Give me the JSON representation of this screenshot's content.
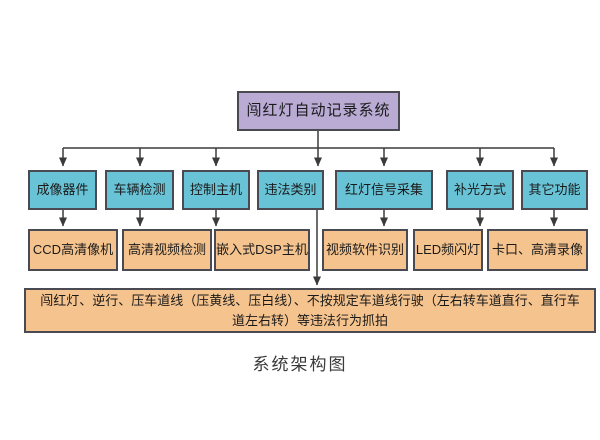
{
  "diagram": {
    "root_label": "闯红灯自动记录系统",
    "categories": [
      "成像器件",
      "车辆检测",
      "控制主机",
      "违法类别",
      "红灯信号采集",
      "补光方式",
      "其它功能"
    ],
    "components": [
      "CCD高清像机",
      "高清视频检测",
      "嵌入式DSP主机",
      "视频软件识别",
      "LED频闪灯",
      "卡口、高清录像"
    ],
    "violation_note": "闯红灯、逆行、压车道线（压黄线、压白线）、不按规定车道线行驶（左右转车道直行、直行车道左右转）等违法行为抓拍",
    "caption": "系统架构图",
    "colors": {
      "root_fill": "#b9abd3",
      "category_fill": "#68c3d6",
      "component_fill": "#f5c38d",
      "box_border": "#4a4a52",
      "connector": "#3b3b3b",
      "background": "#ffffff",
      "text": "#1a1a1a"
    }
  }
}
